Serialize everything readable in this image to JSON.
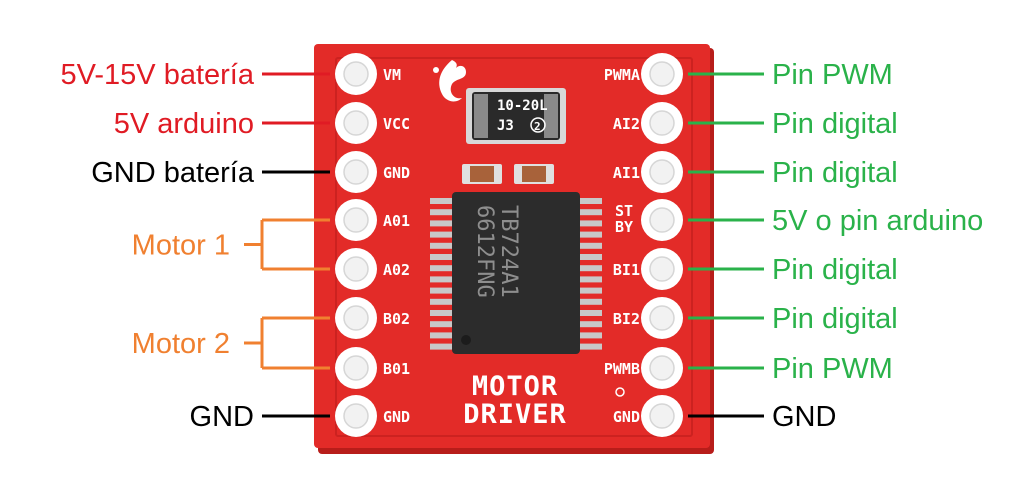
{
  "colors": {
    "board": "#e32b28",
    "board_edge": "#b81d1a",
    "red_label": "#e01b24",
    "black_label": "#000000",
    "orange_label": "#f08030",
    "green_label": "#2ab24a"
  },
  "left_pins": [
    {
      "silk": "VM",
      "label": "5V-15V batería",
      "color": "red"
    },
    {
      "silk": "VCC",
      "label": "5V arduino",
      "color": "red"
    },
    {
      "silk": "GND",
      "label": "GND batería",
      "color": "black"
    },
    {
      "silk": "A01",
      "label": "",
      "color": "orange"
    },
    {
      "silk": "A02",
      "label": "",
      "color": "orange"
    },
    {
      "silk": "B02",
      "label": "",
      "color": "orange"
    },
    {
      "silk": "B01",
      "label": "",
      "color": "orange"
    },
    {
      "silk": "GND",
      "label": "GND",
      "color": "black"
    }
  ],
  "right_pins": [
    {
      "silk": "PWMA",
      "label": "Pin PWM",
      "color": "green"
    },
    {
      "silk": "AI2",
      "label": "Pin digital",
      "color": "green"
    },
    {
      "silk": "AI1",
      "label": "Pin digital",
      "color": "green"
    },
    {
      "silk": "ST BY",
      "label": "5V o pin arduino",
      "color": "green"
    },
    {
      "silk": "BI1",
      "label": "Pin digital",
      "color": "green"
    },
    {
      "silk": "BI2",
      "label": "Pin digital",
      "color": "green"
    },
    {
      "silk": "PWMB",
      "label": "Pin PWM",
      "color": "green"
    },
    {
      "silk": "GND",
      "label": "GND",
      "color": "black"
    }
  ],
  "motor_groups": [
    {
      "label": "Motor 1"
    },
    {
      "label": "Motor 2"
    }
  ],
  "board_text": {
    "line1": "MOTOR",
    "line2": "DRIVER"
  },
  "chip": {
    "line1": "TB724A1",
    "line2": "6612FNG"
  },
  "capacitor": {
    "line1": "10-20L",
    "line2": "J3",
    "mark": "2"
  },
  "icons": {
    "logo": "sparkfun-flame-icon"
  }
}
